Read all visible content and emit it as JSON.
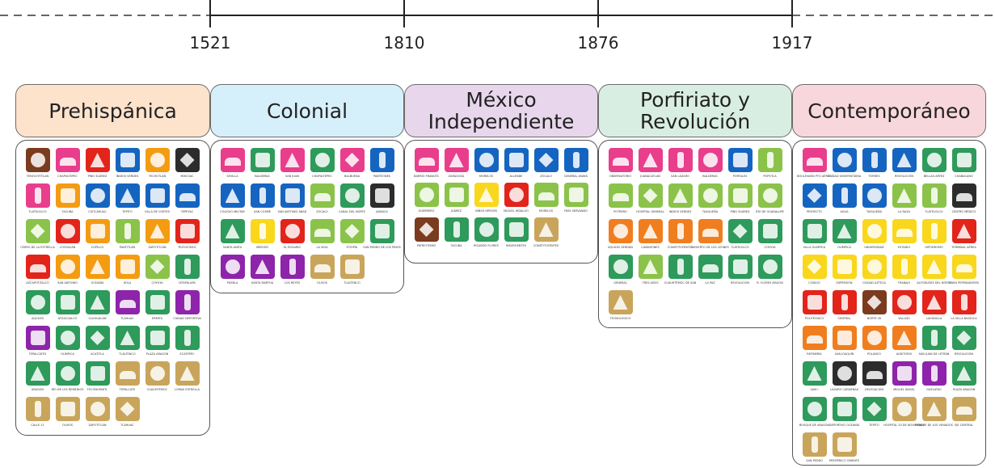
{
  "timeline": {
    "ticks": [
      "1521",
      "1810",
      "1876",
      "1917"
    ]
  },
  "eras": [
    {
      "id": "prehispanica",
      "title": "Prehispánica",
      "bg": "#fde3cc",
      "cols": 6,
      "icons": [
        {
          "label": "TENOCHTITLAN",
          "color": "#7b3b1e",
          "shape": 1
        },
        {
          "label": "CHAPULTEPEC",
          "color": "#e83e8c",
          "shape": 4
        },
        {
          "label": "PINO SUÁREZ",
          "color": "#e2241a",
          "shape": 2
        },
        {
          "label": "INDIOS VERDES",
          "color": "#1565c0",
          "shape": 0
        },
        {
          "label": "TECHOTLAN",
          "color": "#f39c12",
          "shape": 1
        },
        {
          "label": "MIXCOAC",
          "color": "#2c2c2c",
          "shape": 5
        },
        {
          "label": "TLATELOLCO",
          "color": "#e83e8c",
          "shape": 3
        },
        {
          "label": "TACUBA",
          "color": "#f39c12",
          "shape": 0
        },
        {
          "label": "CUITLÁHUAC",
          "color": "#1565c0",
          "shape": 1
        },
        {
          "label": "TEPITO",
          "color": "#1565c0",
          "shape": 2
        },
        {
          "label": "VILLA DE CORTES",
          "color": "#1565c0",
          "shape": 0
        },
        {
          "label": "TEPEYAC",
          "color": "#1565c0",
          "shape": 4
        },
        {
          "label": "CERRO DE LA ESTRELLA",
          "color": "#8bc34a",
          "shape": 5
        },
        {
          "label": "COYOACÁN",
          "color": "#e2241a",
          "shape": 1
        },
        {
          "label": "COPILCO",
          "color": "#f39c12",
          "shape": 0
        },
        {
          "label": "PANTITLÁN",
          "color": "#8bc34a",
          "shape": 3
        },
        {
          "label": "ZAPOTITLÁN",
          "color": "#f39c12",
          "shape": 2
        },
        {
          "label": "TEZOZÓMOC",
          "color": "#e2241a",
          "shape": 0
        },
        {
          "label": "AZCAPOTZALCO",
          "color": "#e2241a",
          "shape": 4
        },
        {
          "label": "SAN ANTONIO",
          "color": "#f39c12",
          "shape": 1
        },
        {
          "label": "OCEANÍA",
          "color": "#f39c12",
          "shape": 2
        },
        {
          "label": "XOLA",
          "color": "#f39c12",
          "shape": 0
        },
        {
          "label": "COYUYA",
          "color": "#8bc34a",
          "shape": 5
        },
        {
          "label": "IXTAPALAPA",
          "color": "#2e9a5b",
          "shape": 3
        },
        {
          "label": "AQUILES",
          "color": "#2e9a5b",
          "shape": 1
        },
        {
          "label": "ATZACOALCO",
          "color": "#2e9a5b",
          "shape": 0
        },
        {
          "label": "CULHUACÁN",
          "color": "#2e9a5b",
          "shape": 2
        },
        {
          "label": "TLÁHUAC",
          "color": "#8e24aa",
          "shape": 4
        },
        {
          "label": "ERMITA",
          "color": "#2e9a5b",
          "shape": 0
        },
        {
          "label": "CIUDAD DEPORTIVA",
          "color": "#8e24aa",
          "shape": 3
        },
        {
          "label": "TEPALCATES",
          "color": "#8e24aa",
          "shape": 0
        },
        {
          "label": "OLÍMPICA",
          "color": "#2e9a5b",
          "shape": 1
        },
        {
          "label": "ACATITLA",
          "color": "#2e9a5b",
          "shape": 5
        },
        {
          "label": "TLÁLTENCO",
          "color": "#2e9a5b",
          "shape": 2
        },
        {
          "label": "PLAZA ARAGÓN",
          "color": "#2e9a5b",
          "shape": 0
        },
        {
          "label": "ECATEPEC",
          "color": "#2e9a5b",
          "shape": 3
        },
        {
          "label": "ARAGÓN",
          "color": "#2e9a5b",
          "shape": 2
        },
        {
          "label": "RÍO DE LOS REMEDIOS",
          "color": "#2e9a5b",
          "shape": 1
        },
        {
          "label": "TECÓNOMIXTL",
          "color": "#2e9a5b",
          "shape": 0
        },
        {
          "label": "TEPALCATE",
          "color": "#c9a55b",
          "shape": 4
        },
        {
          "label": "CUAUHTEMOC",
          "color": "#c9a55b",
          "shape": 1
        },
        {
          "label": "LOMAS ESTRELLA",
          "color": "#c9a55b",
          "shape": 2
        },
        {
          "label": "CALLE 11",
          "color": "#c9a55b",
          "shape": 3
        },
        {
          "label": "OLIVOS",
          "color": "#c9a55b",
          "shape": 0
        },
        {
          "label": "ZAPOTITLÁN",
          "color": "#c9a55b",
          "shape": 1
        },
        {
          "label": "TLÁHUAC",
          "color": "#c9a55b",
          "shape": 5
        }
      ]
    },
    {
      "id": "colonial",
      "title": "Colonial",
      "bg": "#d6f0fb",
      "cols": 6,
      "icons": [
        {
          "label": "SEVILLA",
          "color": "#e83e8c",
          "shape": 4
        },
        {
          "label": "BALDERAS",
          "color": "#2e9a5b",
          "shape": 0
        },
        {
          "label": "SAN JUAN",
          "color": "#e83e8c",
          "shape": 2
        },
        {
          "label": "CHAPULTEPEC",
          "color": "#2e9a5b",
          "shape": 1
        },
        {
          "label": "BALBUENA",
          "color": "#e83e8c",
          "shape": 5
        },
        {
          "label": "PANTEONES",
          "color": "#1565c0",
          "shape": 3
        },
        {
          "label": "COLEGIO MILITAR",
          "color": "#1565c0",
          "shape": 2
        },
        {
          "label": "SAN COSME",
          "color": "#1565c0",
          "shape": 3
        },
        {
          "label": "SAN ANTONIO ABAD",
          "color": "#1565c0",
          "shape": 0
        },
        {
          "label": "ZÓCALO",
          "color": "#8bc34a",
          "shape": 4
        },
        {
          "label": "CANAL DEL NORTE",
          "color": "#2e9a5b",
          "shape": 1
        },
        {
          "label": "JAMAICA",
          "color": "#2c2c2c",
          "shape": 0
        },
        {
          "label": "SANTA ANITA",
          "color": "#2e9a5b",
          "shape": 2
        },
        {
          "label": "MERCED",
          "color": "#f9d71c",
          "shape": 3
        },
        {
          "label": "EL ROSARIO",
          "color": "#e2241a",
          "shape": 1
        },
        {
          "label": "LA VIGA",
          "color": "#8bc34a",
          "shape": 4
        },
        {
          "label": "ETIOPÍA",
          "color": "#8bc34a",
          "shape": 5
        },
        {
          "label": "SAN PEDRO DE LOS PINOS",
          "color": "#2e9a5b",
          "shape": 0
        },
        {
          "label": "PUEBLA",
          "color": "#8e24aa",
          "shape": 1
        },
        {
          "label": "SANTA MARTHA",
          "color": "#8e24aa",
          "shape": 2
        },
        {
          "label": "LOS REYES",
          "color": "#8e24aa",
          "shape": 3
        },
        {
          "label": "OLIVOS",
          "color": "#c9a55b",
          "shape": 4
        },
        {
          "label": "TLALTENCO",
          "color": "#c9a55b",
          "shape": 0
        }
      ]
    },
    {
      "id": "independiente",
      "title": "México Independiente",
      "bg": "#e8d7ec",
      "cols": 6,
      "icons": [
        {
          "label": "BARRIO FRANCÉS",
          "color": "#e83e8c",
          "shape": 4
        },
        {
          "label": "ZARAGOZA",
          "color": "#e83e8c",
          "shape": 2
        },
        {
          "label": "MORELOS",
          "color": "#1565c0",
          "shape": 1
        },
        {
          "label": "ALLENDE",
          "color": "#1565c0",
          "shape": 0
        },
        {
          "label": "ZÓCALO",
          "color": "#1565c0",
          "shape": 5
        },
        {
          "label": "GENERAL ANAYA",
          "color": "#1565c0",
          "shape": 3
        },
        {
          "label": "GUERRERO",
          "color": "#8bc34a",
          "shape": 1
        },
        {
          "label": "JUÁREZ",
          "color": "#8bc34a",
          "shape": 0
        },
        {
          "label": "NIÑOS HÉROES",
          "color": "#f9d71c",
          "shape": 2
        },
        {
          "label": "MIGUEL HIDALGO",
          "color": "#e2241a",
          "shape": 1
        },
        {
          "label": "MORELOS",
          "color": "#8bc34a",
          "shape": 4
        },
        {
          "label": "FRAY SERVANDO",
          "color": "#8bc34a",
          "shape": 0
        },
        {
          "label": "PATRIOTISMO",
          "color": "#7b3b1e",
          "shape": 5
        },
        {
          "label": "TACUBA",
          "color": "#2e9a5b",
          "shape": 3
        },
        {
          "label": "RICARDO FLORES",
          "color": "#2e9a5b",
          "shape": 1
        },
        {
          "label": "INSURGENTES",
          "color": "#2e9a5b",
          "shape": 0
        },
        {
          "label": "CONSTITUYENTES",
          "color": "#c9a55b",
          "shape": 2
        }
      ]
    },
    {
      "id": "porfiriato",
      "title": "Porfiriato y Revolución",
      "bg": "#d9eee2",
      "cols": 6,
      "icons": [
        {
          "label": "OBSERVATORIO",
          "color": "#e83e8c",
          "shape": 4
        },
        {
          "label": "JUANACATLÁN",
          "color": "#e83e8c",
          "shape": 2
        },
        {
          "label": "SAN LÁZARO",
          "color": "#e83e8c",
          "shape": 3
        },
        {
          "label": "BALDERAS",
          "color": "#e83e8c",
          "shape": 1
        },
        {
          "label": "PORTALES",
          "color": "#1565c0",
          "shape": 0
        },
        {
          "label": "POPOTLA",
          "color": "#8bc34a",
          "shape": 3
        },
        {
          "label": "POTRERO",
          "color": "#8bc34a",
          "shape": 4
        },
        {
          "label": "HOSPITAL GENERAL",
          "color": "#8bc34a",
          "shape": 5
        },
        {
          "label": "INDIOS VERDES",
          "color": "#8bc34a",
          "shape": 2
        },
        {
          "label": "TAXQUEÑA",
          "color": "#8bc34a",
          "shape": 1
        },
        {
          "label": "PINO SUÁREZ",
          "color": "#8bc34a",
          "shape": 0
        },
        {
          "label": "RÍO DE GUADALUPE",
          "color": "#8bc34a",
          "shape": 1
        },
        {
          "label": "AQUILES SERDÁN",
          "color": "#f07e1f",
          "shape": 1
        },
        {
          "label": "CAMARONES",
          "color": "#f07e1f",
          "shape": 2
        },
        {
          "label": "CONSTITUYENTES",
          "color": "#f07e1f",
          "shape": 3
        },
        {
          "label": "DESIERTO DE LOS LEONES",
          "color": "#f07e1f",
          "shape": 4
        },
        {
          "label": "TLATELOLCO",
          "color": "#2e9a5b",
          "shape": 5
        },
        {
          "label": "COYUYA",
          "color": "#2e9a5b",
          "shape": 0
        },
        {
          "label": "GENERAL",
          "color": "#2e9a5b",
          "shape": 1
        },
        {
          "label": "TRES AÑOS",
          "color": "#8bc34a",
          "shape": 2
        },
        {
          "label": "CUAUHTÉMOC DE SAN",
          "color": "#2e9a5b",
          "shape": 3
        },
        {
          "label": "LA PAZ",
          "color": "#2e9a5b",
          "shape": 4
        },
        {
          "label": "REVOLUCIÓN",
          "color": "#2e9a5b",
          "shape": 0
        },
        {
          "label": "R. FLORES MAGÓN",
          "color": "#2e9a5b",
          "shape": 1
        },
        {
          "label": "TECNOLÓGICO",
          "color": "#c9a55b",
          "shape": 2
        }
      ]
    },
    {
      "id": "contemporaneo",
      "title": "Contemporáneo",
      "bg": "#f8d7dc",
      "cols": 7,
      "icons": [
        {
          "label": "BOULEVARD PTO AÉREO",
          "color": "#e83e8c",
          "shape": 4
        },
        {
          "label": "CIUDAD UNIVERSITARIA",
          "color": "#1565c0",
          "shape": 1
        },
        {
          "label": "TORRES",
          "color": "#1565c0",
          "shape": 3
        },
        {
          "label": "REVOLUCIÓN",
          "color": "#1565c0",
          "shape": 2
        },
        {
          "label": "BELLAS ARTES",
          "color": "#2e9a5b",
          "shape": 1
        },
        {
          "label": "CHABACANO",
          "color": "#2e9a5b",
          "shape": 0
        },
        {
          "label": "PROYECTO",
          "color": "#1565c0",
          "shape": 5
        },
        {
          "label": "AGUA",
          "color": "#1565c0",
          "shape": 3
        },
        {
          "label": "TASQUEÑA",
          "color": "#1565c0",
          "shape": 1
        },
        {
          "label": "LA RAZA",
          "color": "#8bc34a",
          "shape": 2
        },
        {
          "label": "TLATELOLCO",
          "color": "#8bc34a",
          "shape": 3
        },
        {
          "label": "CENTRO MÉDICO",
          "color": "#2c2c2c",
          "shape": 4
        },
        {
          "label": "VILLA OLÍMPICA",
          "color": "#2e9a5b",
          "shape": 0
        },
        {
          "label": "OLÍMPICA",
          "color": "#2e9a5b",
          "shape": 2
        },
        {
          "label": "UNIVERSIDAD",
          "color": "#f9d71c",
          "shape": 1
        },
        {
          "label": "ESTADIO",
          "color": "#f9d71c",
          "shape": 4
        },
        {
          "label": "HIPÓDROMO",
          "color": "#f9d71c",
          "shape": 3
        },
        {
          "label": "TERMINAL AÉREA",
          "color": "#e2241a",
          "shape": 2
        },
        {
          "label": "CÓDIGO",
          "color": "#f9d71c",
          "shape": 5
        },
        {
          "label": "EXPRESIÓN",
          "color": "#f9d71c",
          "shape": 0
        },
        {
          "label": "CIUDAD AZTECA",
          "color": "#f9d71c",
          "shape": 1
        },
        {
          "label": "TRABAJO",
          "color": "#f9d71c",
          "shape": 3
        },
        {
          "label": "AUTOBUSES DEL NORTE",
          "color": "#f9d71c",
          "shape": 2
        },
        {
          "label": "LINEA PEPENADORES",
          "color": "#f9d71c",
          "shape": 4
        },
        {
          "label": "POLITÉCNICO",
          "color": "#e2241a",
          "shape": 0
        },
        {
          "label": "CENTRAL",
          "color": "#e2241a",
          "shape": 3
        },
        {
          "label": "NORTE 45",
          "color": "#7b3b1e",
          "shape": 5
        },
        {
          "label": "VALLEJO",
          "color": "#e2241a",
          "shape": 1
        },
        {
          "label": "LAGUNILLA",
          "color": "#e2241a",
          "shape": 2
        },
        {
          "label": "LA VILLA BASÍLICA",
          "color": "#e2241a",
          "shape": 3
        },
        {
          "label": "REFINERÍA",
          "color": "#f07e1f",
          "shape": 4
        },
        {
          "label": "SAN JOAQUÍN",
          "color": "#f07e1f",
          "shape": 0
        },
        {
          "label": "POLANCO",
          "color": "#f07e1f",
          "shape": 1
        },
        {
          "label": "AUDITORIO",
          "color": "#f07e1f",
          "shape": 2
        },
        {
          "label": "SAN JUAN DE LETRÁN",
          "color": "#2e9a5b",
          "shape": 3
        },
        {
          "label": "REVOLUCIÓN",
          "color": "#2e9a5b",
          "shape": 5
        },
        {
          "label": "UAM I",
          "color": "#2e9a5b",
          "shape": 2
        },
        {
          "label": "LÁZARO CÁRDENAS",
          "color": "#2c2c2c",
          "shape": 1
        },
        {
          "label": "DELEGACIÓN",
          "color": "#2c2c2c",
          "shape": 4
        },
        {
          "label": "MIGUEL ÁNGEL",
          "color": "#8e24aa",
          "shape": 0
        },
        {
          "label": "GUELATAO",
          "color": "#8e24aa",
          "shape": 3
        },
        {
          "label": "PLAZA ARAGÓN",
          "color": "#2e9a5b",
          "shape": 2
        },
        {
          "label": "BOSQUE DE ARAGÓN",
          "color": "#2e9a5b",
          "shape": 1
        },
        {
          "label": "DEPORTIVO OCEANÍA",
          "color": "#2e9a5b",
          "shape": 0
        },
        {
          "label": "TEPITO",
          "color": "#2e9a5b",
          "shape": 5
        },
        {
          "label": "HOSPITAL 20 DE NOVIEMBRE",
          "color": "#c9a55b",
          "shape": 1
        },
        {
          "label": "PARQUE DE LOS VENADOS",
          "color": "#c9a55b",
          "shape": 2
        },
        {
          "label": "EJE CENTRAL",
          "color": "#c9a55b",
          "shape": 4
        },
        {
          "label": "SAN PEDRO",
          "color": "#c9a55b",
          "shape": 3
        },
        {
          "label": "PERIFÉRICO ORIENTE",
          "color": "#c9a55b",
          "shape": 0
        }
      ]
    }
  ]
}
